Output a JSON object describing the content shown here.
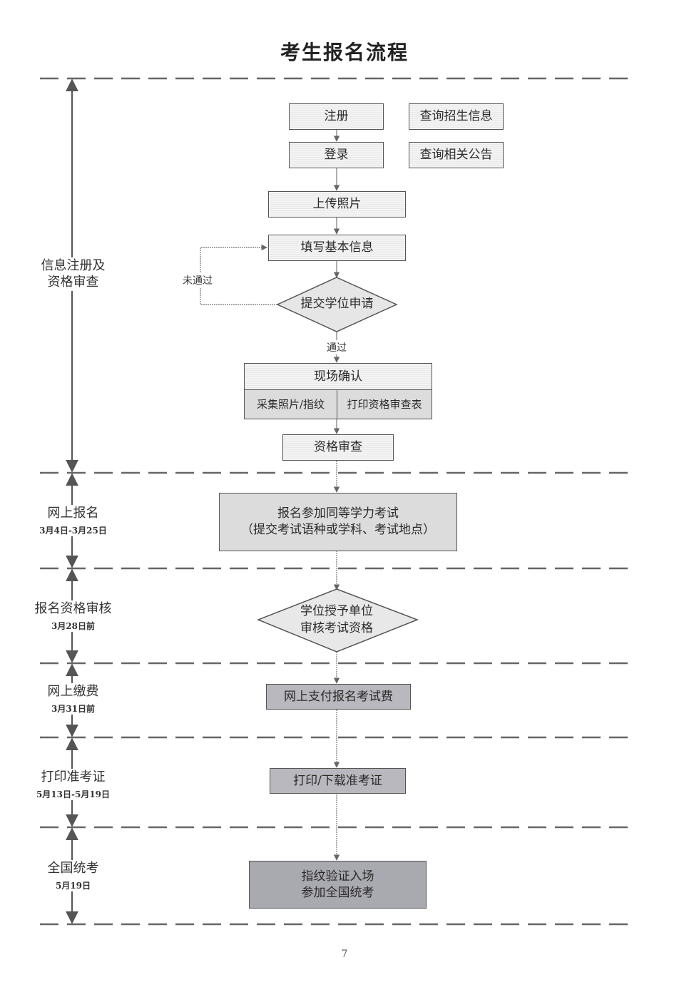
{
  "title": "考生报名流程",
  "page_number": "7",
  "stages": [
    {
      "name": "信息注册及资格审查",
      "name_lines": [
        "信息注册及",
        "资格审查"
      ],
      "date": ""
    },
    {
      "name": "网上报名",
      "name_lines": [
        "网上报名"
      ],
      "date": "3月4日-3月25日"
    },
    {
      "name": "报名资格审核",
      "name_lines": [
        "报名资格审核"
      ],
      "date": "3月28日前"
    },
    {
      "name": "网上缴费",
      "name_lines": [
        "网上缴费"
      ],
      "date": "3月31日前"
    },
    {
      "name": "打印准考证",
      "name_lines": [
        "打印准考证"
      ],
      "date": "5月13日-5月19日"
    },
    {
      "name": "全国统考",
      "name_lines": [
        "全国统考"
      ],
      "date": "5月19日"
    }
  ],
  "nodes": {
    "register": "注册",
    "login": "登录",
    "query_admission_info": "查询招生信息",
    "query_announcements": "查询相关公告",
    "upload_photo": "上传照片",
    "fill_basic_info": "填写基本信息",
    "submit_degree_application": "提交学位申请",
    "onsite_confirmation": "现场确认",
    "collect_photo_fingerprint": "采集照片/指纹",
    "print_qualification_form": "打印资格审查表",
    "qualification_review": "资格审查",
    "signup_exam_line1": "报名参加同等学力考试",
    "signup_exam_line2": "（提交考试语种或学科、考试地点）",
    "degree_unit_review_line1": "学位授予单位",
    "degree_unit_review_line2": "审核考试资格",
    "pay_fee": "网上支付报名考试费",
    "print_ticket": "打印/下载准考证",
    "exam_line1": "指纹验证入场",
    "exam_line2": "参加全国统考"
  },
  "edge_labels": {
    "fail": "未通过",
    "pass": "通过"
  }
}
